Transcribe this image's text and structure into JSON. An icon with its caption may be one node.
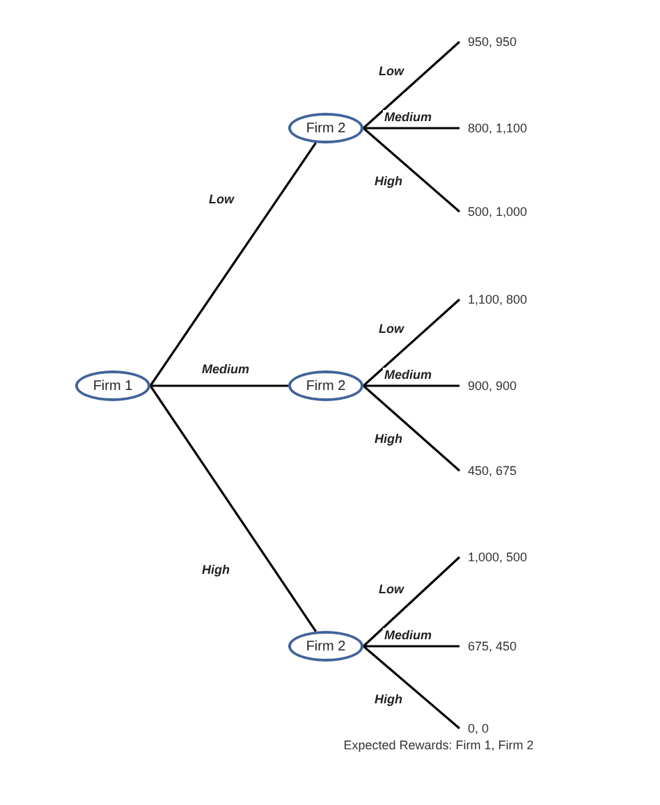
{
  "diagram": {
    "nodes": [
      {
        "text": [
          "Firm 1"
        ]
      },
      {
        "text": [
          "Firm 2"
        ]
      },
      {
        "text": [
          "Firm 2"
        ]
      },
      {
        "text": [
          "Firm 2"
        ]
      },
      {
        "text": [
          "950, 950"
        ]
      },
      {
        "text": [
          "800, 1,100"
        ]
      },
      {
        "text": [
          "500, 1,000"
        ]
      },
      {
        "text": [
          "1,100, 800"
        ]
      },
      {
        "text": [
          "900, 900"
        ]
      },
      {
        "text": [
          "450, 675"
        ]
      },
      {
        "text": [
          "1,000, 500"
        ]
      },
      {
        "text": [
          "675, 450"
        ]
      },
      {
        "text": [
          "0, 0"
        ]
      }
    ],
    "edges": [
      {
        "from": 0,
        "to": 1,
        "arrow": "none",
        "label": "Low"
      },
      {
        "from": 0,
        "to": 2,
        "arrow": "none",
        "label": "Medium"
      },
      {
        "from": 0,
        "to": 3,
        "arrow": "none",
        "label": "High"
      },
      {
        "from": 1,
        "to": 4,
        "arrow": "none",
        "label": "Low"
      },
      {
        "from": 1,
        "to": 5,
        "arrow": "none",
        "label": "Medium"
      },
      {
        "from": 1,
        "to": 6,
        "arrow": "none",
        "label": "High"
      },
      {
        "from": 2,
        "to": 7,
        "arrow": "none",
        "label": "Low"
      },
      {
        "from": 2,
        "to": 8,
        "arrow": "none",
        "label": "Medium"
      },
      {
        "from": 2,
        "to": 9,
        "arrow": "none",
        "label": "High"
      },
      {
        "from": 3,
        "to": 10,
        "arrow": "none",
        "label": "Low"
      },
      {
        "from": 3,
        "to": 11,
        "arrow": "none",
        "label": "Medium"
      },
      {
        "from": 3,
        "to": 12,
        "arrow": "none",
        "label": "High"
      }
    ],
    "labels": [
      "Expected Rewards: Firm 1, Firm 2"
    ]
  }
}
